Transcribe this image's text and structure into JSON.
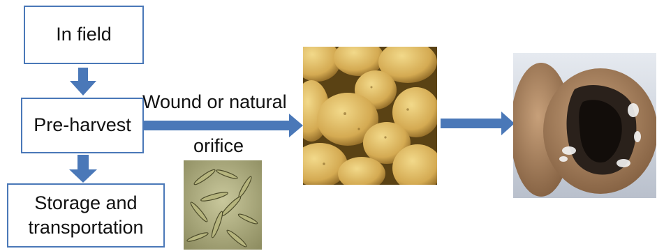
{
  "flow": {
    "in_field": "In field",
    "pre_harvest": "Pre-harvest",
    "storage_line1": "Storage and",
    "storage_line2": "transportation",
    "route_line1": "Wound or natural",
    "route_line2": "orifice"
  },
  "images": {
    "fungal_spores": "microscope-photo-of-fungal-spores",
    "healthy_tubers": "photo-of-healthy-potato-tubers",
    "rotted_tuber": "photo-of-rotted-potato-tuber"
  },
  "colors": {
    "arrow": "#4a78b8",
    "box_border": "#4a78b8"
  }
}
